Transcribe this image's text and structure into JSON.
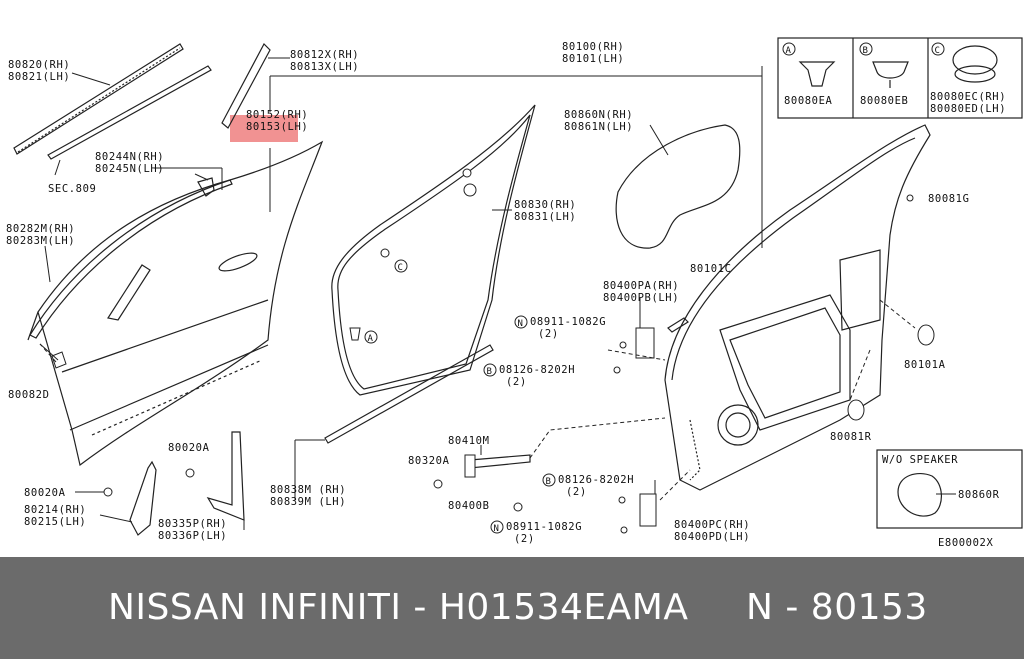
{
  "labels": {
    "p80820": "80820(RH)",
    "p80821": "80821(LH)",
    "sec809": "SEC.809",
    "p80812x": "80812X(RH)",
    "p80813x": "80813X(LH)",
    "p80152": "80152(RH)",
    "p80153": "80153(LH)",
    "p80244n": "80244N(RH)",
    "p80245n": "80245N(LH)",
    "p80282m": "80282M(RH)",
    "p80283m": "80283M(LH)",
    "p80082d": "80082D",
    "p80020a_1": "80020A",
    "p80214": "80214(RH)",
    "p80215": "80215(LH)",
    "p80020a_2": "80020A",
    "p80335p": "80335P(RH)",
    "p80336p": "80336P(LH)",
    "p80100": "80100(RH)",
    "p80101": "80101(LH)",
    "p80830": "80830(RH)",
    "p80831": "80831(LH)",
    "p80860n": "80860N(RH)",
    "p80861n": "80861N(LH)",
    "p80838m": "80838M (RH)",
    "p80839m": "80839M (LH)",
    "p80410m": "80410M",
    "p80320a": "80320A",
    "p80400b": "80400B",
    "p80400pa": "80400PA(RH)",
    "p80400pb": "80400PB(LH)",
    "p80101c": "80101C",
    "n08911_top": "08911-1082G",
    "n08911_top_qty": "(2)",
    "b08126_top": "08126-8202H",
    "b08126_top_qty": "(2)",
    "b08126_bot": "08126-8202H",
    "b08126_bot_qty": "(2)",
    "n08911_bot": "08911-1082G",
    "n08911_bot_qty": "(2)",
    "p80400pc": "80400PC(RH)",
    "p80400pd": "80400PD(LH)",
    "p80081g": "80081G",
    "p80101a": "80101A",
    "p80081r": "80081R",
    "clip_a_code": "80080EA",
    "clip_b_code": "80080EB",
    "clip_c_code_rh": "80080EC(RH)",
    "clip_c_code_lh": "80080ED(LH)",
    "marker_a": "A",
    "marker_b": "B",
    "marker_c": "C",
    "marker_n": "N",
    "wo_speaker": "W/O SPEAKER",
    "p80860r": "80860R",
    "diagram_code": "E800002X"
  },
  "footer": {
    "left": "NISSAN  INFINITI - H01534EAMA",
    "right": "N - 80153"
  },
  "colors": {
    "highlight": "#ef7f7f",
    "footer_bg": "#6b6b6b",
    "footer_text": "#ffffff"
  }
}
